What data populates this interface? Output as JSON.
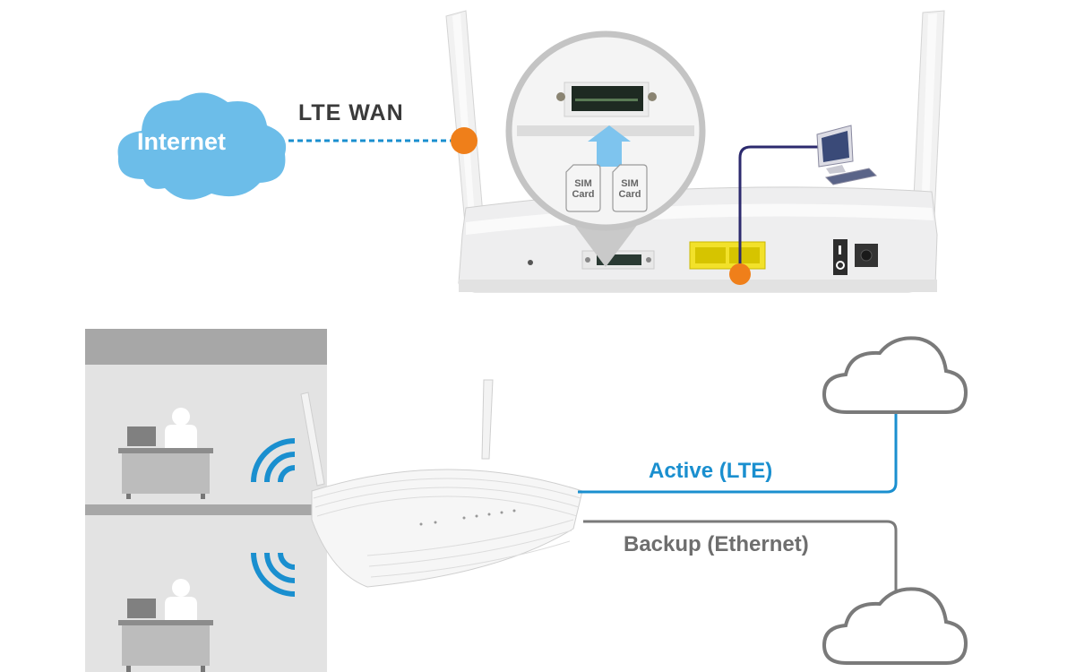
{
  "top_diagram": {
    "cloud_label": "Internet",
    "link_label": "LTE WAN",
    "sim_cards": [
      {
        "line1": "SIM",
        "line2": "Card"
      },
      {
        "line1": "SIM",
        "line2": "Card"
      }
    ]
  },
  "bottom_diagram": {
    "active_link_label": "Active (LTE)",
    "backup_link_label": "Backup (Ethernet)"
  },
  "colors": {
    "internet_cloud": "#6cbde9",
    "link_dashed": "#1a8fcf",
    "marker_orange": "#ef7f1a",
    "lan_cable": "#2c2a6e",
    "active_line": "#1a8fcf",
    "backup_line": "#7a7a7a",
    "building": "#e3e3e3",
    "floor_bar": "#a7a7a7",
    "wifi": "#1a8fcf",
    "port_yellow": "#f2e12a"
  }
}
